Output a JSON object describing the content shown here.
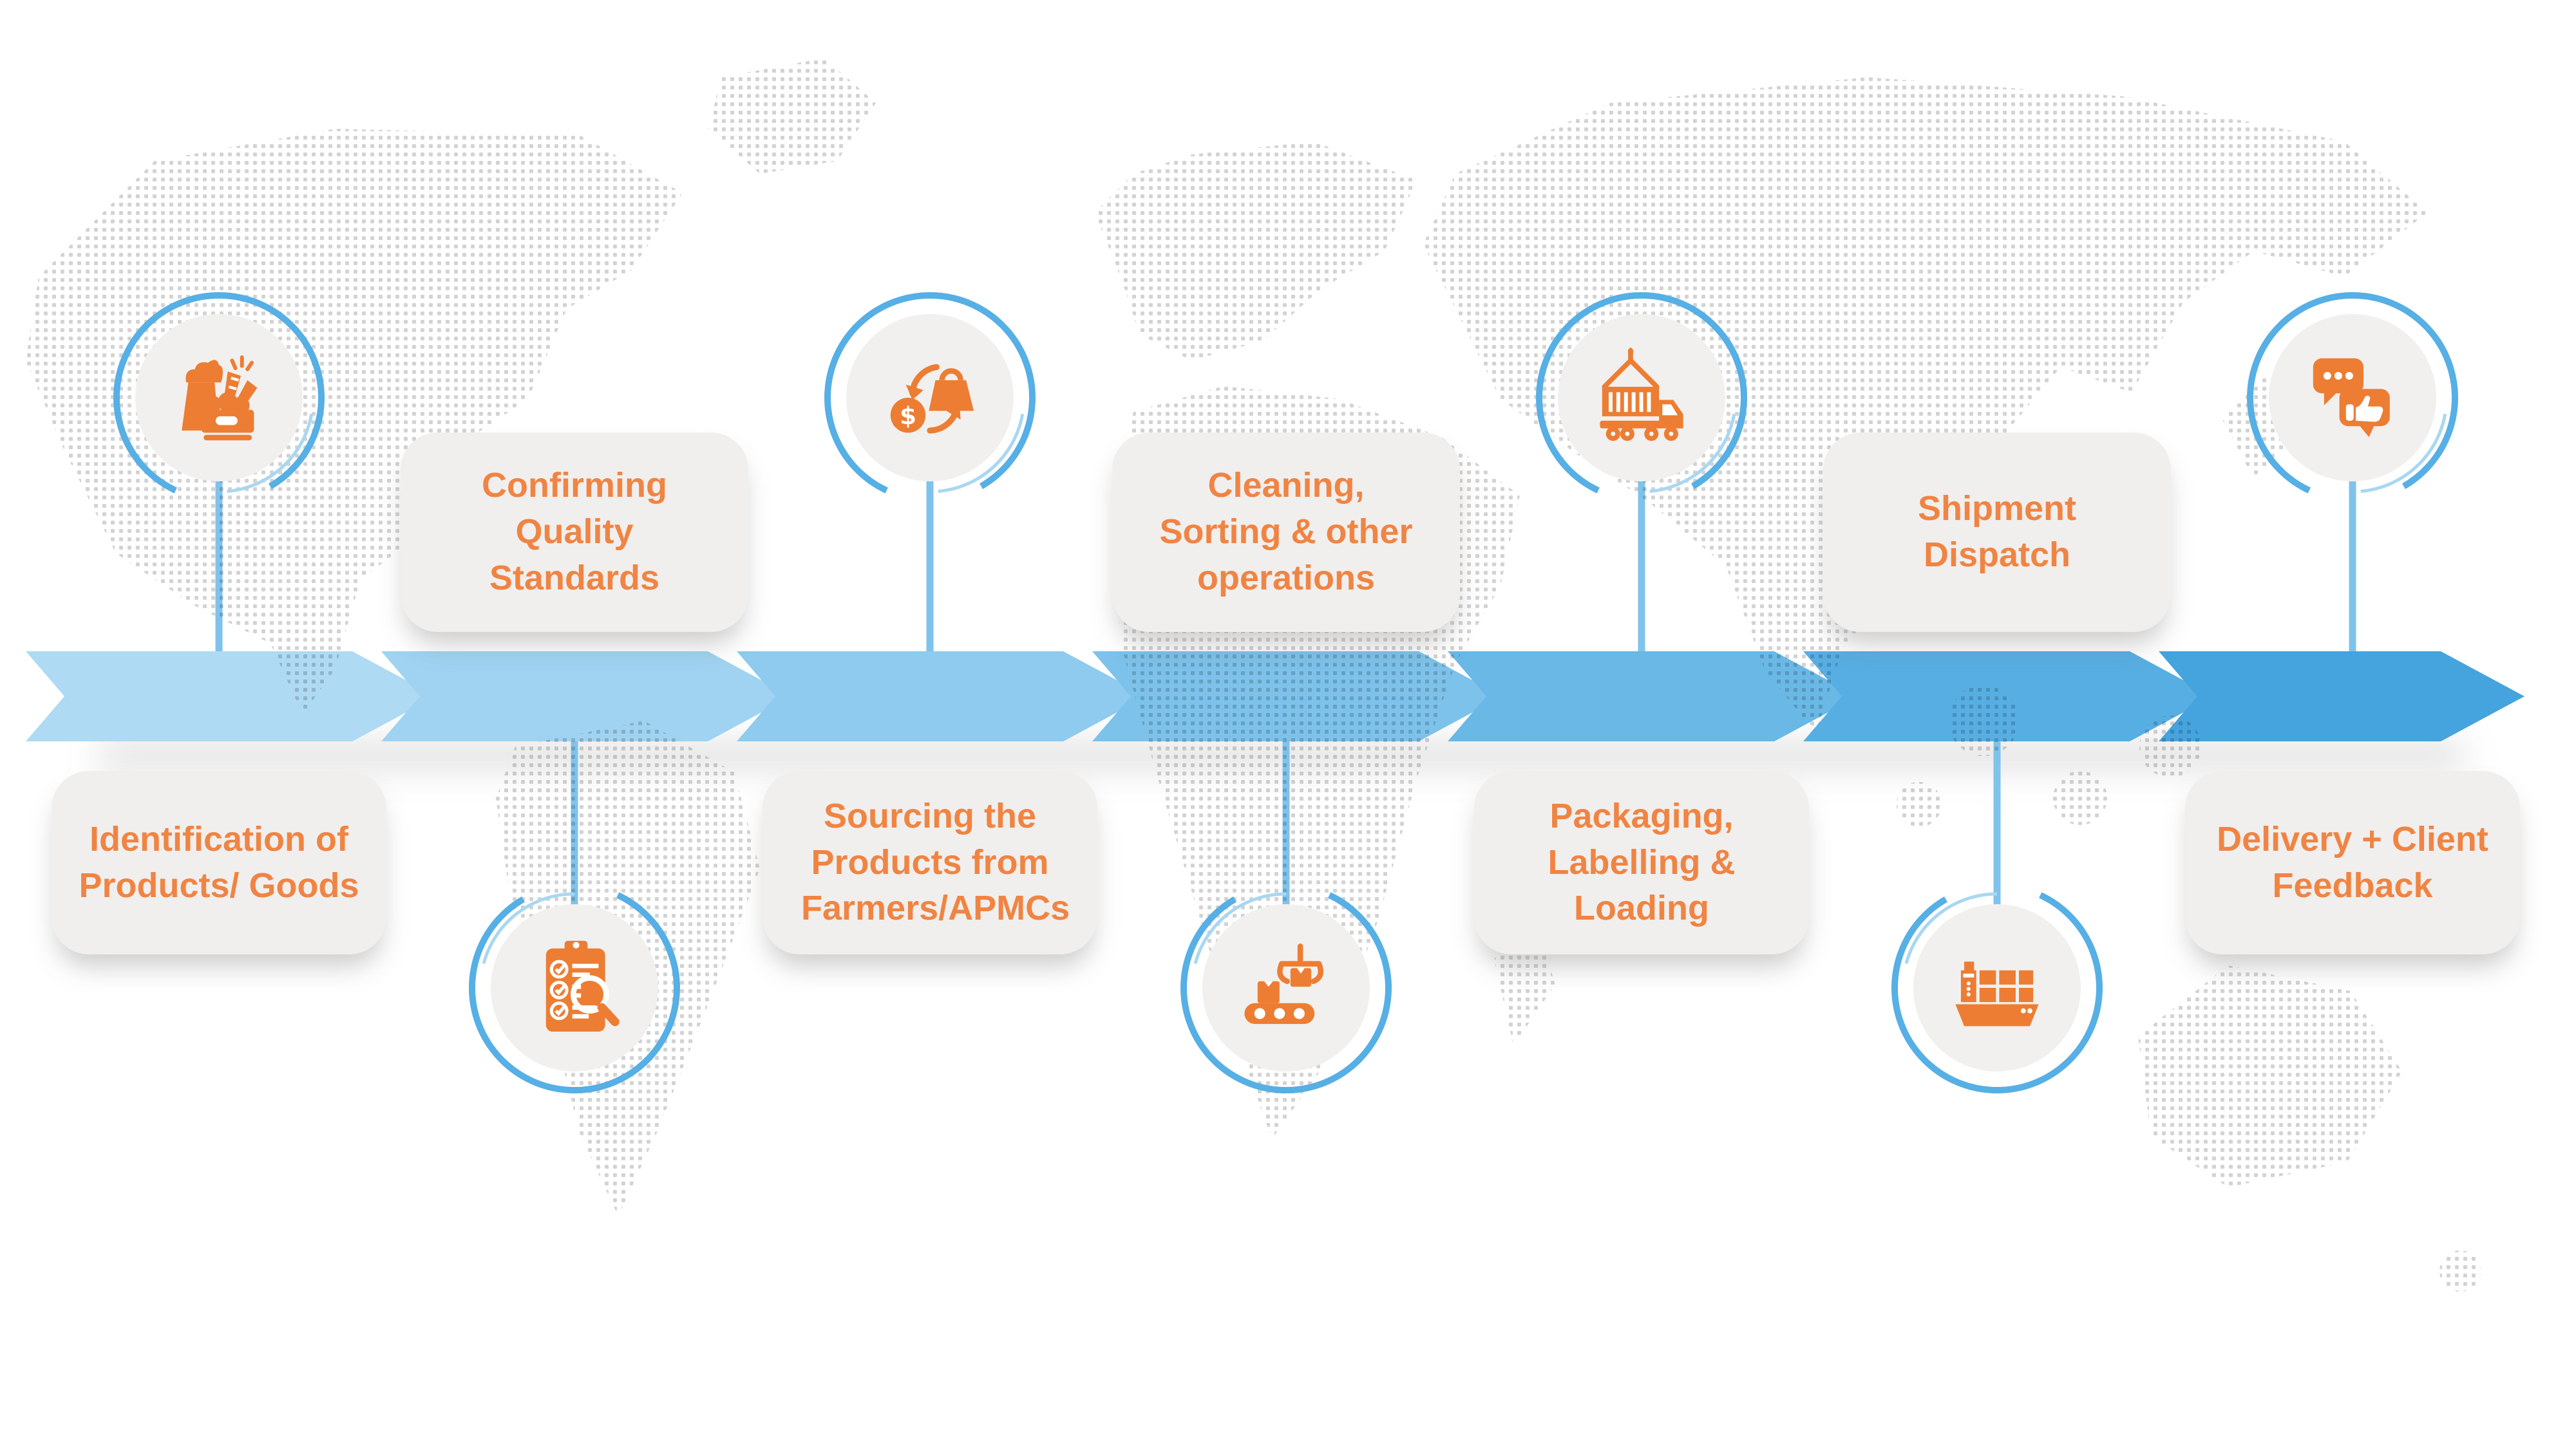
{
  "steps": [
    {
      "label": "Identification of Products/ Goods",
      "icon": "grocery-products-icon",
      "icon_position": "above-arrow",
      "label_position": "below-arrow"
    },
    {
      "label": "Confirming Quality Standards",
      "icon": "quality-checklist-magnifier-icon",
      "icon_position": "below-arrow",
      "label_position": "above-arrow"
    },
    {
      "label": "Sourcing the Products from Farmers/APMCs",
      "icon": "money-product-exchange-icon",
      "icon_position": "above-arrow",
      "label_position": "below-arrow"
    },
    {
      "label": "Cleaning, Sorting & other operations",
      "icon": "conveyor-sorting-icon",
      "icon_position": "below-arrow",
      "label_position": "above-arrow"
    },
    {
      "label": "Packaging, Labelling & Loading",
      "icon": "container-truck-crane-icon",
      "icon_position": "above-arrow",
      "label_position": "below-arrow"
    },
    {
      "label": "Shipment Dispatch",
      "icon": "cargo-ship-icon",
      "icon_position": "below-arrow",
      "label_position": "above-arrow"
    },
    {
      "label": "Delivery + Client Feedback",
      "icon": "chat-thumbs-up-feedback-icon",
      "icon_position": "above-arrow",
      "label_position": "below-arrow"
    }
  ],
  "colors": {
    "arrow_shades": [
      "#AEDAF4",
      "#9FD3F1",
      "#8ECBEE",
      "#7CC2EA",
      "#69B8E6",
      "#57AEE2",
      "#45A3DD"
    ],
    "icon_orange": "#EC7D33",
    "label_text": "#F08443",
    "box_bg": "#F0EFEE",
    "badge_bg": "#F1F0EE",
    "ring_blue": "#56AFE5",
    "ring_blue_light": "#A9D7F1",
    "connector": "#7FC3EC",
    "map_dot": "#D3D3D3"
  }
}
